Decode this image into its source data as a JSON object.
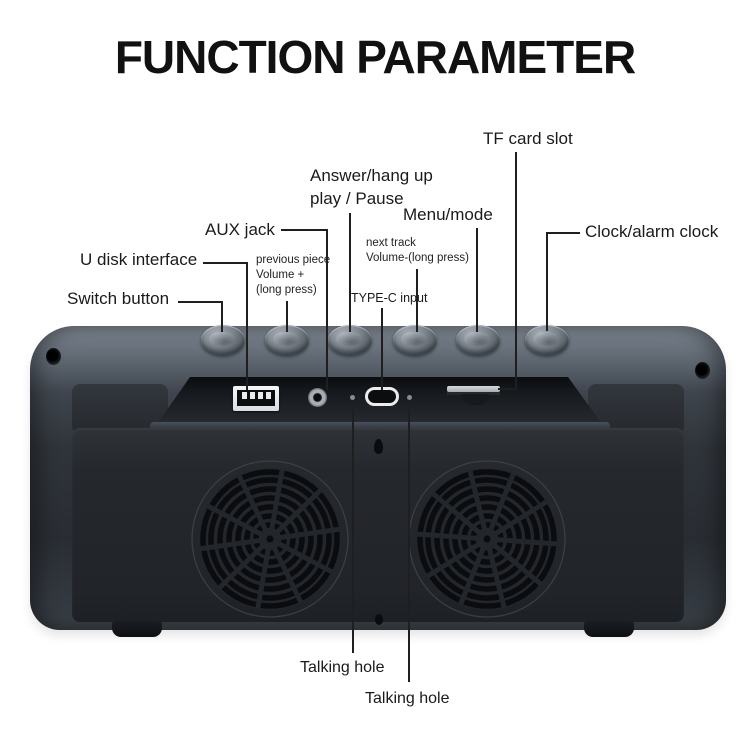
{
  "title": "FUNCTION PARAMETER",
  "labels": {
    "tf_card_slot": "TF card slot",
    "answer": "Answer/hang up\nplay / Pause",
    "menu_mode": "Menu/mode",
    "clock": "Clock/alarm clock",
    "aux_jack": "AUX jack",
    "next_track": "next track\nVolume-(long press)",
    "u_disk": "U disk interface",
    "previous_piece": "previous piece\nVolume +\n(long press)",
    "switch_button": "Switch button",
    "type_c": "TYPE-C input",
    "talking_hole_1": "Talking hole",
    "talking_hole_2": "Talking hole"
  },
  "device": {
    "description": "rear view of a dark gray bluetooth speaker with six top buttons, recessed port bay and two circular speaker grilles",
    "buttons_count": 6,
    "ports": [
      "USB-A (U disk)",
      "AUX jack",
      "talking hole",
      "TYPE-C",
      "talking hole",
      "TF card slot"
    ],
    "colors": {
      "background": "#ffffff",
      "text": "#1a1a1a",
      "callout_line": "#1f1f1f",
      "body": "#2d3237",
      "top_surface": "#6d7680",
      "front_face": "#25282d",
      "grille": "#0b0d10",
      "port_white": "#ececec"
    }
  }
}
